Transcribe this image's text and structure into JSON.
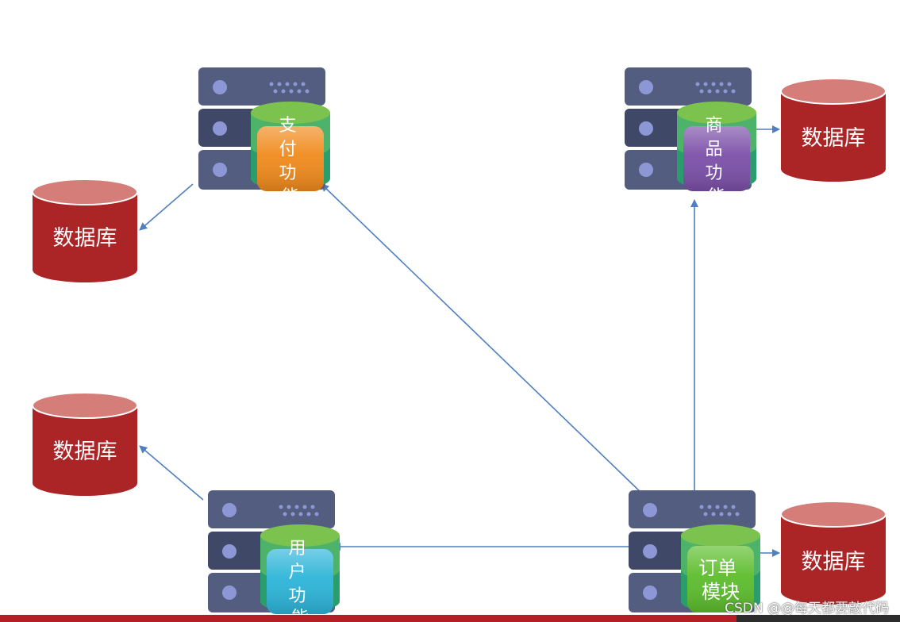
{
  "databases": {
    "pay_db": "数据库",
    "goods_db": "数据库",
    "user_db": "数据库",
    "order_db": "数据库"
  },
  "modules": {
    "pay": {
      "label": "支付功能",
      "color": "#f08a1c"
    },
    "goods": {
      "label": "商品功能",
      "color": "#7b4fa8"
    },
    "user": {
      "label": "用户功能",
      "color": "#2cb4d8"
    },
    "order": {
      "label": "订单模块",
      "color": "#5cbd2c"
    }
  },
  "colors": {
    "server": "#4a5578",
    "database": "#ab2526",
    "database_top": "#d47d79",
    "arrow": "#4f7fbf",
    "cylinder_green": "#7cc24e"
  },
  "watermark": "CSDN @@每天都要敲代码"
}
